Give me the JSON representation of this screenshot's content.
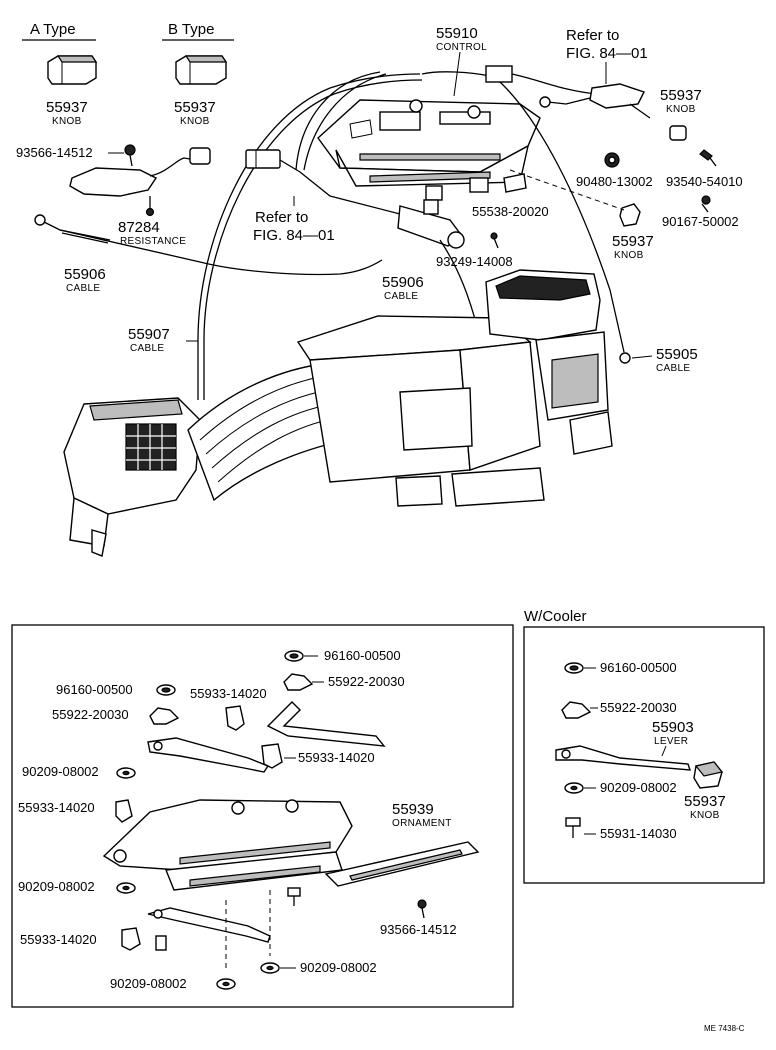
{
  "headers": {
    "a_type": "A  Type",
    "b_type": "B  Type",
    "w_cooler": "W/Cooler"
  },
  "refs": {
    "top_line1": "Refer to",
    "top_line2": "FIG. 84—01",
    "mid_line1": "Refer to",
    "mid_line2": "FIG. 84—01"
  },
  "main_parts": {
    "knob_a": {
      "num": "55937",
      "name": "KNOB"
    },
    "knob_b": {
      "num": "55937",
      "name": "KNOB"
    },
    "control": {
      "num": "55910",
      "name": "CONTROL"
    },
    "knob_right": {
      "num": "55937",
      "name": "KNOB"
    },
    "knob_mid": {
      "num": "55937",
      "name": "KNOB"
    },
    "screw_93566": {
      "num": "93566-14512"
    },
    "resistance": {
      "num": "87284",
      "name": "RESISTANCE"
    },
    "cable_55906_left": {
      "num": "55906",
      "name": "CABLE"
    },
    "cable_55906_center": {
      "num": "55906",
      "name": "CABLE"
    },
    "cable_55907": {
      "num": "55907",
      "name": "CABLE"
    },
    "cable_55905": {
      "num": "55905",
      "name": "CABLE"
    },
    "grommet_90480": {
      "num": "90480-13002"
    },
    "screw_93540": {
      "num": "93540-54010"
    },
    "clip_90167": {
      "num": "90167-50002"
    },
    "knob_55538": {
      "num": "55538-20020"
    },
    "screw_93249": {
      "num": "93249-14008"
    }
  },
  "detail_left": {
    "p1": "96160-00500",
    "p2": "55922-20030",
    "p3": "96160-00500",
    "p4": "55922-20030",
    "p5": "55933-14020",
    "p6": "55933-14020",
    "p7": "90209-08002",
    "p8": "55933-14020",
    "p9": "90209-08002",
    "p10": "55933-14020",
    "p11": "90209-08002",
    "p12": "90209-08002",
    "p13": "93566-14512",
    "ornament": {
      "num": "55939",
      "name": "ORNAMENT"
    }
  },
  "detail_right": {
    "p1": "96160-00500",
    "p2": "55922-20030",
    "lever": {
      "num": "55903",
      "name": "LEVER"
    },
    "p3": "90209-08002",
    "knob": {
      "num": "55937",
      "name": "KNOB"
    },
    "p4": "55931-14030"
  },
  "footer_code": "ME 7438-C"
}
